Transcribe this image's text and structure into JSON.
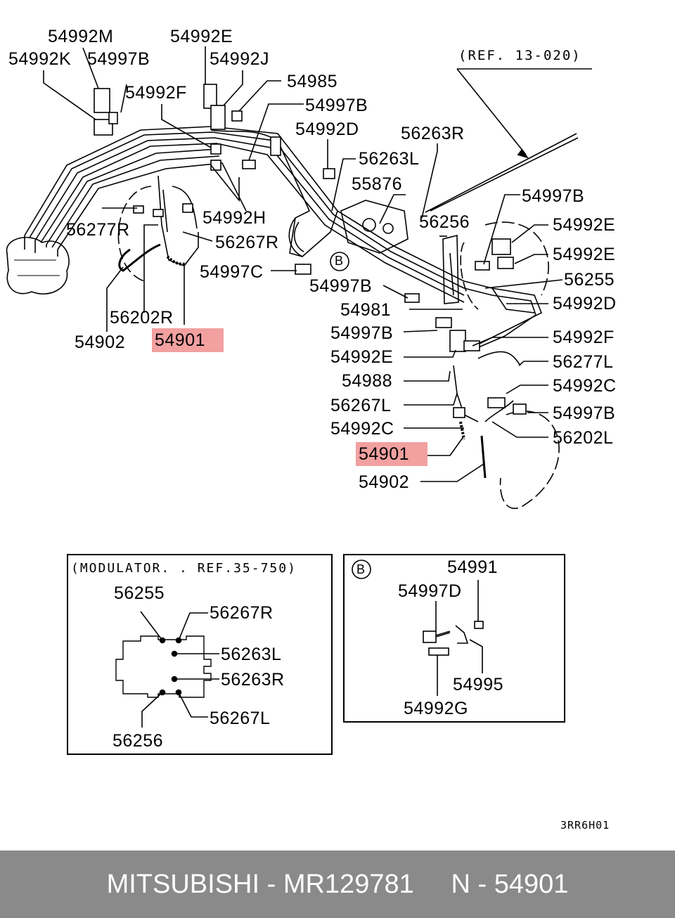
{
  "labels": {
    "l01": "54992M",
    "l02": "54992E",
    "l03": "54992K",
    "l04": "54997B",
    "l05": "54992J",
    "l06": "54985",
    "l07": "54992F",
    "l08": "54997B",
    "l09": "54992D",
    "l10": "56263R",
    "l11": "56263L",
    "l12": "55876",
    "l13": "54997B",
    "l14": "56277R",
    "l15": "54992H",
    "l16": "56256",
    "l17": "54992E",
    "l18": "56267R",
    "l19": "54992E",
    "l20": "54997C",
    "l21": "54997B",
    "l22": "56255",
    "l23": "54981",
    "l24": "54992D",
    "l25": "56202R",
    "l26": "54902",
    "l27": "54901",
    "l28": "54997B",
    "l29": "54992F",
    "l30": "54992E",
    "l31": "56277L",
    "l32": "54988",
    "l33": "54992C",
    "l34": "56267L",
    "l35": "54997B",
    "l36": "54992C",
    "l37": "56202L",
    "l38": "54901",
    "l39": "54902",
    "ref": "(REF. 13-020)",
    "callout_b": "B"
  },
  "modulator": {
    "title": "(MODULATOR. . REF.35-750)",
    "m1": "56255",
    "m2": "56267R",
    "m3": "56263L",
    "m4": "56263R",
    "m5": "56267L",
    "m6": "56256"
  },
  "detail_b": {
    "tag": "B",
    "d1": "54991",
    "d2": "54997D",
    "d3": "54995",
    "d4": "54992G"
  },
  "diagram_code": "3RR6H01",
  "footer": {
    "text": "MITSUBISHI - MR129781     N - 54901"
  },
  "colors": {
    "highlight": "#f2a0a0",
    "footer_bg": "#8a8a8a",
    "footer_text": "#ffffff"
  }
}
